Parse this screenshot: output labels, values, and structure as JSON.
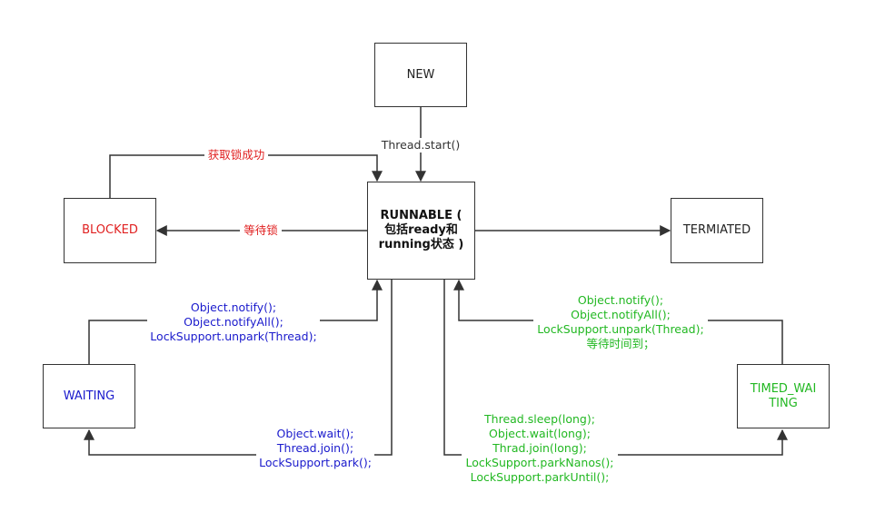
{
  "states": {
    "new": "NEW",
    "runnable_line1": "RUNNABLE (",
    "runnable_line2": "包括ready和",
    "runnable_line3": "running状态 )",
    "blocked": "BLOCKED",
    "terminated": "TERMIATED",
    "waiting": "WAITING",
    "timed_waiting_line1": "TIMED_WAI",
    "timed_waiting_line2": "TING"
  },
  "transitions": {
    "start": "Thread.start()",
    "acquire_lock": "获取锁成功",
    "wait_lock": "等待锁",
    "notify_waiting": [
      "Object.notify();",
      "Object.notifyAll();",
      "LockSupport.unpark(Thread);"
    ],
    "to_waiting": [
      "Object.wait();",
      "Thread.join();",
      "LockSupport.park();"
    ],
    "notify_timed": [
      "Object.notify();",
      "Object.notifyAll();",
      "LockSupport.unpark(Thread);",
      "等待时间到；"
    ],
    "to_timed": [
      "Thread.sleep(long);",
      "Object.wait(long);",
      "Thrad.join(long);",
      "LockSupport.parkNanos();",
      "LockSupport.parkUntil();"
    ]
  },
  "colors": {
    "blocked_text": "#e02020",
    "waiting_text": "#1a1acc",
    "timed_text": "#22b822",
    "line": "#333333"
  }
}
